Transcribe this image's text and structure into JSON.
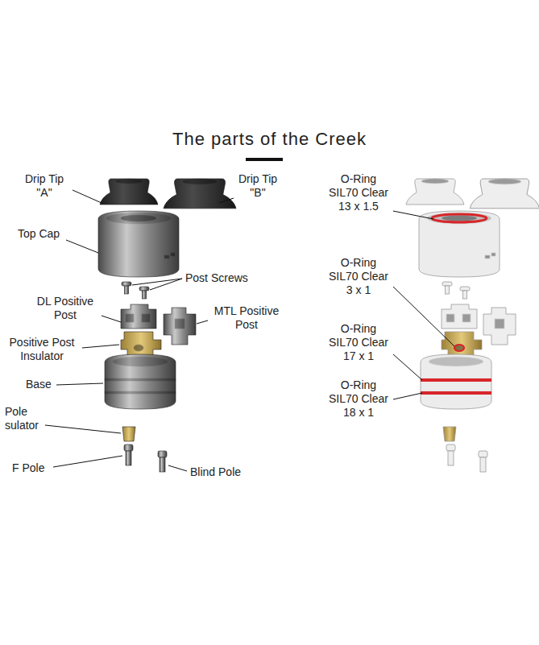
{
  "diagram": {
    "title": "The parts of the Creek",
    "labels": [
      "Drip Tip \"A\"",
      "Drip Tip \"B\"",
      "Top Cap",
      "Post Screws",
      "DL Positive Post",
      "MTL Positive Post",
      "Positive Post Insulator",
      "Base",
      "Pole sulator",
      "F Pole",
      "Blind Pole",
      "O-Ring SIL70 Clear 13 x 1.5",
      "O-Ring SIL70 Clear 3 x 1",
      "O-Ring SIL70 Clear 17 x 1",
      "O-Ring SIL70 Clear 18 x 1"
    ]
  }
}
